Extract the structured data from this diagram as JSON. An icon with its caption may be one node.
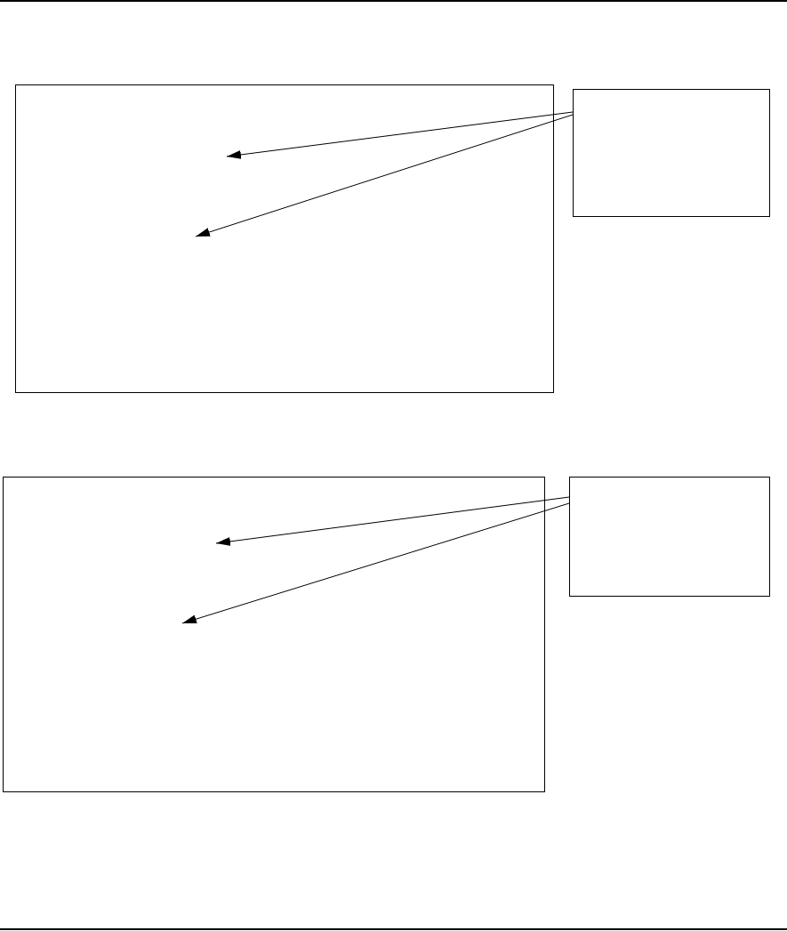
{
  "diagram": {
    "nodes": [
      {
        "text": [],
        "shape": "box"
      },
      {
        "text": [],
        "shape": "box"
      },
      {
        "text": [],
        "shape": "box"
      },
      {
        "text": [],
        "shape": "box"
      }
    ],
    "edges": [
      {
        "from": 1,
        "to": 0,
        "arrow": "to"
      },
      {
        "from": 1,
        "to": 0,
        "arrow": "to"
      },
      {
        "from": 3,
        "to": 2,
        "arrow": "to"
      },
      {
        "from": 3,
        "to": 2,
        "arrow": "to"
      }
    ]
  }
}
